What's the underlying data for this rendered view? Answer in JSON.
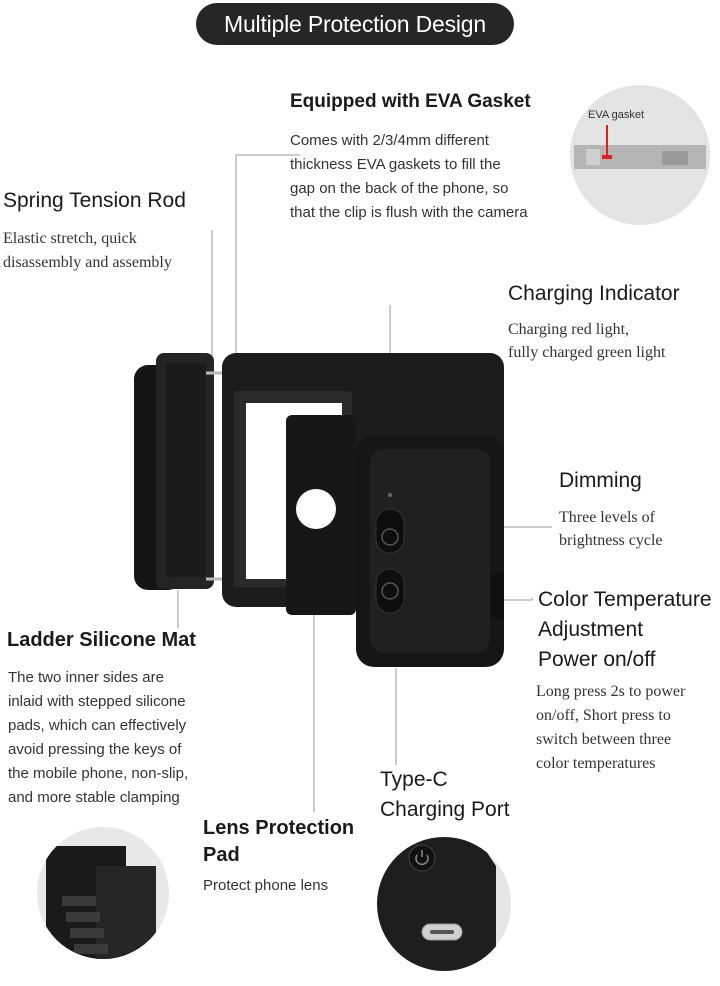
{
  "banner": {
    "title": "Multiple Protection Design"
  },
  "callouts": {
    "eva": {
      "title": "Equipped with EVA Gasket",
      "lines": [
        "Comes with 2/3/4mm different",
        "thickness EVA gaskets to fill the",
        "gap on the back of the phone, so",
        "that the clip is flush with the camera"
      ]
    },
    "spring": {
      "title": "Spring Tension Rod",
      "lines": [
        "Elastic stretch, quick",
        "disassembly and assembly"
      ]
    },
    "charging": {
      "title": "Charging Indicator",
      "lines": [
        "Charging red light,",
        "fully charged green light"
      ]
    },
    "dimming": {
      "title": "Dimming",
      "lines": [
        "Three levels of",
        "brightness cycle"
      ]
    },
    "color": {
      "title_lines": [
        "Color Temperature",
        "Adjustment",
        "Power on/off"
      ],
      "lines": [
        "Long press 2s to power",
        "on/off, Short press to",
        "switch between three",
        "color temperatures"
      ]
    },
    "ladder": {
      "title": "Ladder Silicone Mat",
      "lines": [
        "The two inner sides are",
        "inlaid with stepped silicone",
        "pads, which can effectively",
        "avoid pressing the keys of",
        "the mobile phone, non-slip,",
        "and more stable clamping"
      ]
    },
    "typec": {
      "title_lines": [
        "Type-C",
        "Charging Port"
      ]
    },
    "lens": {
      "title_lines": [
        "Lens Protection",
        "Pad"
      ],
      "lines": [
        "Protect phone lens"
      ]
    }
  },
  "inset": {
    "eva_label": "EVA gasket"
  },
  "colors": {
    "banner_bg": "#262626",
    "device": "#1b1b1b",
    "leader": "#9a9a9a",
    "eva_marker": "#e02020"
  },
  "icons": [
    "power-button-icon",
    "usb-c-port-icon"
  ]
}
